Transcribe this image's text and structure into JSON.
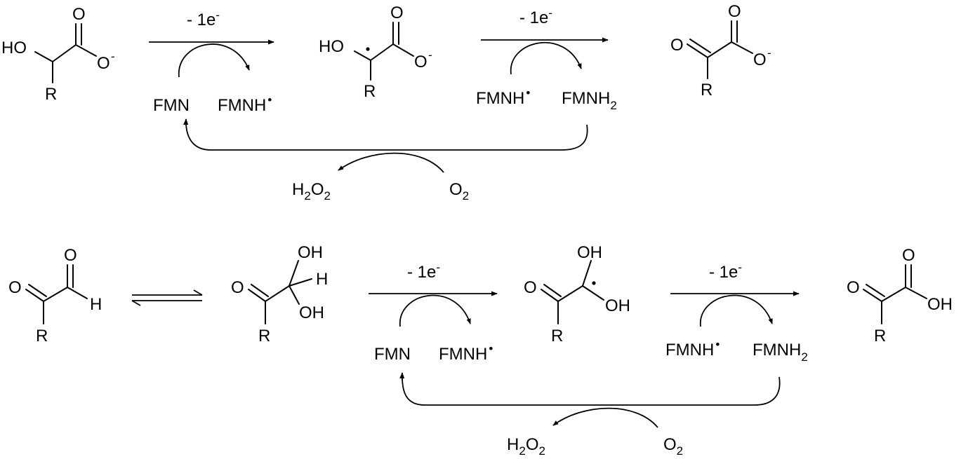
{
  "top": {
    "step1": {
      "label_main": "- 1e",
      "label_sup": "-",
      "left": {
        "main": "FMN",
        "sup": ""
      },
      "right": {
        "main": "FMNH",
        "sup": "•"
      }
    },
    "step2": {
      "label_main": "- 1e",
      "label_sup": "-",
      "left": {
        "main": "FMNH",
        "sup": "•"
      },
      "right": {
        "main": "FMNH",
        "sub": "2"
      }
    },
    "mol1": {
      "ho": "HO",
      "o_top": "O",
      "o_right": "O",
      "o_charge": "-",
      "r": "R"
    },
    "mol2": {
      "ho": "HO",
      "o_top": "O",
      "o_right": "O",
      "o_charge": "-",
      "r": "R"
    },
    "mol3": {
      "o_left": "O",
      "o_top": "O",
      "o_right": "O",
      "o_charge": "-",
      "r": "R"
    },
    "regen": {
      "h2o2_h": "H",
      "h2o2_2a": "2",
      "h2o2_o": "O",
      "h2o2_2b": "2",
      "o2": "O",
      "o2_2": "2"
    }
  },
  "bottom": {
    "step1": {
      "label_main": "- 1e",
      "label_sup": "-",
      "left": {
        "main": "FMN",
        "sup": ""
      },
      "right": {
        "main": "FMNH",
        "sup": "•"
      }
    },
    "step2": {
      "label_main": "- 1e",
      "label_sup": "-",
      "left": {
        "main": "FMNH",
        "sup": "•"
      },
      "right": {
        "main": "FMNH",
        "sub": "2"
      }
    },
    "mol1": {
      "o_left": "O",
      "o_top": "O",
      "h": "H",
      "r": "R"
    },
    "mol2": {
      "o_left": "O",
      "oh_top": "OH",
      "h": "H",
      "oh_bottom": "OH",
      "r": "R"
    },
    "mol3": {
      "o_left": "O",
      "oh_top": "OH",
      "oh_bottom": "OH",
      "r": "R"
    },
    "mol4": {
      "o_left": "O",
      "o_top": "O",
      "oh": "OH",
      "r": "R"
    },
    "regen": {
      "h2o2_h": "H",
      "h2o2_2a": "2",
      "h2o2_o": "O",
      "h2o2_2b": "2",
      "o2": "O",
      "o2_2": "2"
    }
  }
}
